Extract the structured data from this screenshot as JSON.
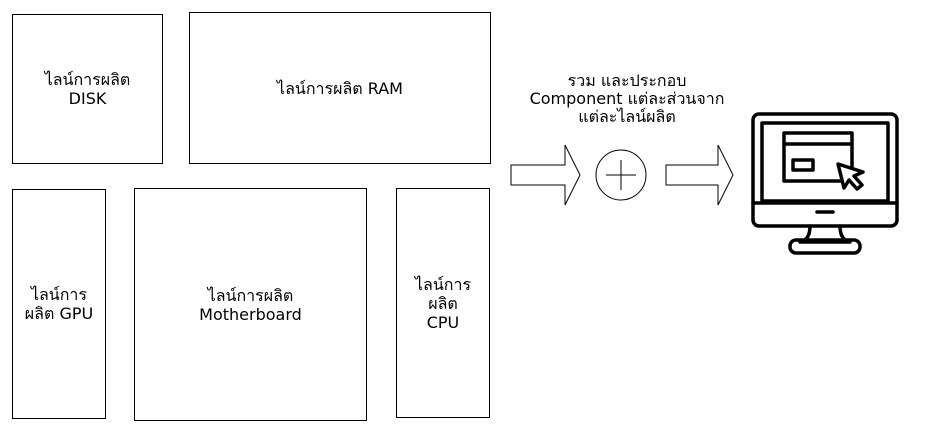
{
  "boxes": {
    "disk": {
      "line1": "ไลน์การผลิต",
      "line2": "DISK"
    },
    "ram": {
      "line1": "ไลน์การผลิต RAM"
    },
    "gpu": {
      "line1": "ไลน์การ",
      "line2": "ผลิต GPU"
    },
    "motherboard": {
      "line1": "ไลน์การผลิต",
      "line2": "Motherboard"
    },
    "cpu": {
      "line1": "ไลน์การ",
      "line2": "ผลิต",
      "line3": "CPU"
    }
  },
  "caption": {
    "line1": "รวม และประกอบ",
    "line2": "Component แต่ละส่วนจาก",
    "line3": "แต่ละไลน์ผลิต"
  },
  "icons": {
    "arrow_in": "right-arrow-icon",
    "combine": "plus-circle-icon",
    "arrow_out": "right-arrow-icon",
    "result": "computer-monitor-icon"
  }
}
